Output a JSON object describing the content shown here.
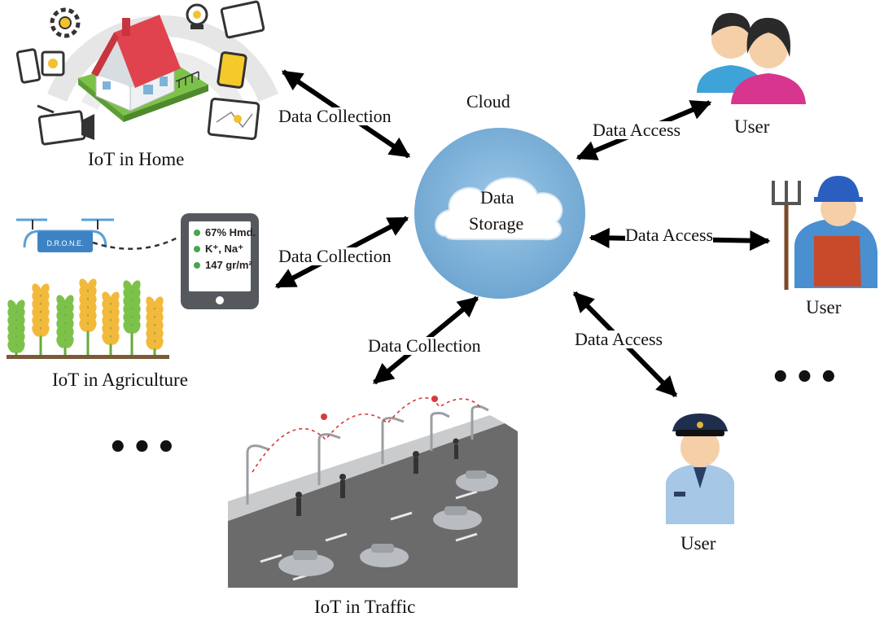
{
  "cloud": {
    "title": "Cloud",
    "storage_line1": "Data",
    "storage_line2": "Storage"
  },
  "sources": [
    {
      "id": "home",
      "caption": "IoT in Home",
      "link_label": "Data Collection"
    },
    {
      "id": "agriculture",
      "caption": "IoT in Agriculture",
      "link_label": "Data Collection"
    },
    {
      "id": "traffic",
      "caption": "IoT in Traffic",
      "link_label": "Data Collection"
    }
  ],
  "users": [
    {
      "id": "user-couple",
      "caption": "User",
      "link_label": "Data Access"
    },
    {
      "id": "user-farmer",
      "caption": "User",
      "link_label": "Data Access"
    },
    {
      "id": "user-police",
      "caption": "User",
      "link_label": "Data Access"
    }
  ],
  "agri_tablet": {
    "line1": "67% Hmd.",
    "line2": "K⁺, Na⁺",
    "line3": "147 gr/m²"
  },
  "drone_label": "D.R.O.N.E.",
  "ellipsis": "•••",
  "colors": {
    "cloud_ring": "#7fb2d8",
    "arrow": "#000000",
    "house_roof": "#e0434d",
    "grass": "#7cc24a",
    "wheat": "#f2b93b",
    "road": "#6b6b6b",
    "car": "#b9bcc0"
  }
}
